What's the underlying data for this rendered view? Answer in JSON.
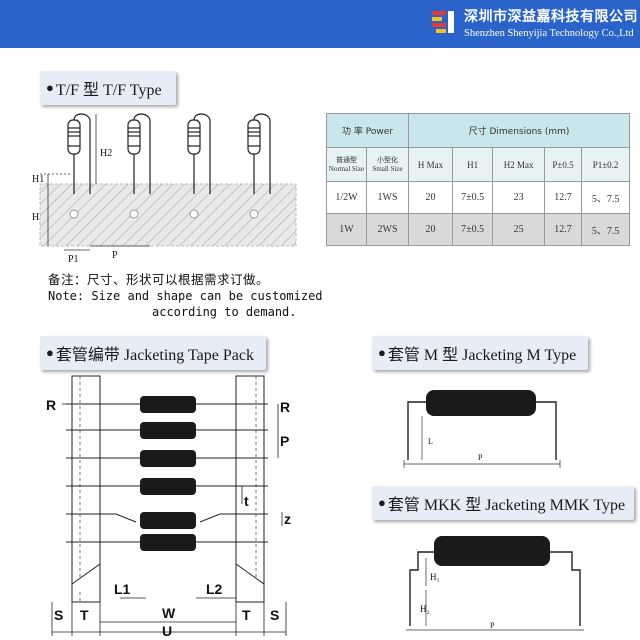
{
  "header": {
    "company_cn": "深圳市深益嘉科技有限公司",
    "company_en": "Shenzhen Shenyijia Technology Co.,Ltd"
  },
  "tf_section": {
    "title_symbol": "●",
    "title_text": "T/F 型 T/F Type",
    "diagram_labels": {
      "h2": "H2",
      "h1": "H1",
      "h": "H",
      "p1": "P1",
      "p": "P"
    }
  },
  "dimensions_table": {
    "power_header": "功 率 Power",
    "dimensions_header": "尺寸 Dimensions (mm)",
    "normal_size_cn": "普通型",
    "normal_size_en": "Normal Size",
    "small_size_cn": "小型化",
    "small_size_en": "Small Size",
    "columns": [
      "H Max",
      "H1",
      "H2 Max",
      "P±0.5",
      "P1±0.2"
    ],
    "rows": [
      {
        "normal": "1/2W",
        "small": "1WS",
        "h_max": "20",
        "h1": "7±0.5",
        "h2_max": "23",
        "p": "12.7",
        "p1": "5、7.5"
      },
      {
        "normal": "1W",
        "small": "2WS",
        "h_max": "20",
        "h1": "7±0.5",
        "h2_max": "25",
        "p": "12.7",
        "p1": "5、7.5"
      }
    ]
  },
  "note": {
    "cn": "备注：尺寸、形状可以根据需求订做。",
    "en_line1": "Note:  Size and shape can be customized",
    "en_line2": "according to demand."
  },
  "tape_section": {
    "title_symbol": "●",
    "title_text": "套管编带 Jacketing Tape Pack",
    "labels": {
      "r_left": "R",
      "r_right": "R",
      "p": "P",
      "t_small": "t",
      "z": "z",
      "l1": "L1",
      "l2": "L2",
      "s_left": "S",
      "t_left": "T",
      "w": "W",
      "t_right": "T",
      "s_right": "S",
      "u": "U"
    }
  },
  "m_section": {
    "title_symbol": "●",
    "title_text": "套管 M 型  Jacketing M Type",
    "labels": {
      "l": "L",
      "p": "P"
    }
  },
  "mkk_section": {
    "title_symbol": "●",
    "title_text": "套管 MKK 型  Jacketing MMK Type",
    "labels": {
      "h1": "H₁",
      "h2": "H₂",
      "p": "P"
    }
  },
  "colors": {
    "header_bg": "#2a63c9",
    "table_header": "#c8e6ec",
    "body_black": "#111111",
    "hatch": "#bdbdbd"
  }
}
